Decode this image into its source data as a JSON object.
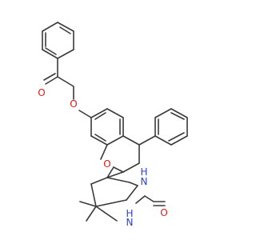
{
  "molecule": {
    "atoms": {
      "carbonyl_o_top": {
        "label": "O",
        "color": "#e0191b"
      },
      "ether_o": {
        "label": "O",
        "color": "#e0191b"
      },
      "ring_o": {
        "label": "O",
        "color": "#e0191b"
      },
      "nh_upper": {
        "label": "N",
        "h": "H",
        "color": "#2a3fd2"
      },
      "nh_lower": {
        "label": "N",
        "h": "H",
        "color": "#2a3fd2"
      },
      "carbonyl_o_urea": {
        "label": "O",
        "color": "#e0191b"
      }
    },
    "bond_color": "#3a3a3a"
  }
}
